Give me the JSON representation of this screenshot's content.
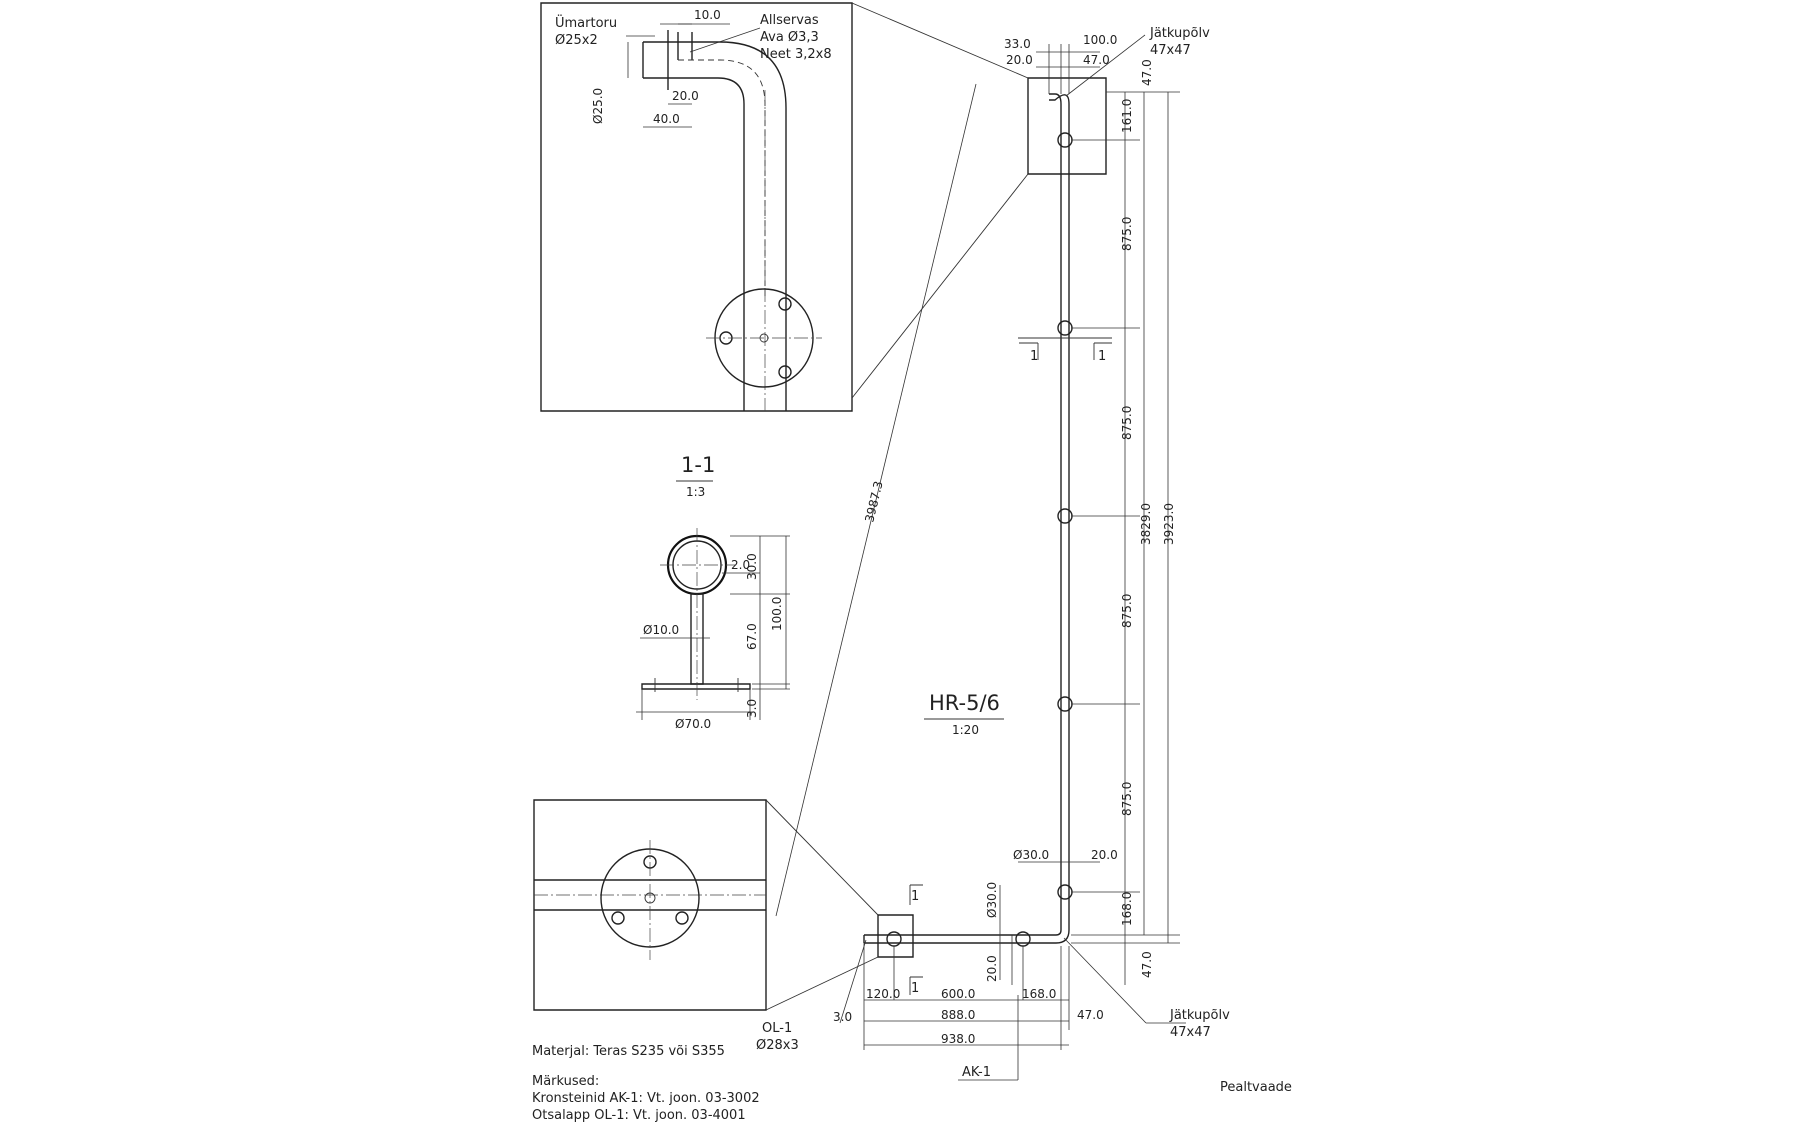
{
  "views": {
    "main": {
      "title": "HR-5/6",
      "scale": "1:20"
    },
    "section": {
      "title": "1-1",
      "scale": "1:3"
    }
  },
  "labels": {
    "jatkupolv_top": "Jätkupõlv",
    "jatkupolv_top_size": "47x47",
    "jatkupolv_bottom": "Jätkupõlv",
    "jatkupolv_bottom_size": "47x47",
    "umartoru": "Ümartoru",
    "umartoru_size": "Ø25x2",
    "allservas": "Allservas",
    "ava": "Ava Ø3,3",
    "neet": "Neet 3,2x8",
    "ol1": "OL-1",
    "ol1_size": "Ø28x3",
    "ak1": "AK-1",
    "section_mark_left": "1",
    "section_mark_right": "1",
    "section_mark_bottom_top": "1",
    "section_mark_bottom_bottom": "1",
    "pealtvaade": "Pealtvaade"
  },
  "dimensions": {
    "top_33": "33.0",
    "top_20": "20.0",
    "top_100": "100.0",
    "top_47": "47.0",
    "right_47_top": "47.0",
    "right_161": "161.0",
    "right_875_a": "875.0",
    "right_875_b": "875.0",
    "right_875_c": "875.0",
    "right_875_d": "875.0",
    "right_168": "168.0",
    "right_47_bottom": "47.0",
    "right_3829": "3829.0",
    "right_3923": "3923.0",
    "diag_3987": "3987.3",
    "phi30_h": "Ø30.0",
    "phi30_v": "Ø30.0",
    "d20_h": "20.0",
    "d20_v": "20.0",
    "bottom_3": "3.0",
    "bottom_120": "120.0",
    "bottom_600": "600.0",
    "bottom_168": "168.0",
    "bottom_888": "888.0",
    "bottom_47": "47.0",
    "bottom_938": "938.0",
    "detail_10": "10.0",
    "detail_20": "20.0",
    "detail_40": "40.0",
    "detail_25": "Ø25.0",
    "sec_30": "30.0",
    "sec_2": "2.0",
    "sec_100": "100.0",
    "sec_67": "67.0",
    "sec_3": "3.0",
    "sec_phi10": "Ø10.0",
    "sec_phi70": "Ø70.0"
  },
  "notes": {
    "material": "Materjal: Teras S235 või S355",
    "remarks_title": "Märkused:",
    "remark_1": "Kronsteinid AK-1: Vt. joon. 03-3002",
    "remark_2": "Otsalapp OL-1: Vt. joon. 03-4001"
  }
}
